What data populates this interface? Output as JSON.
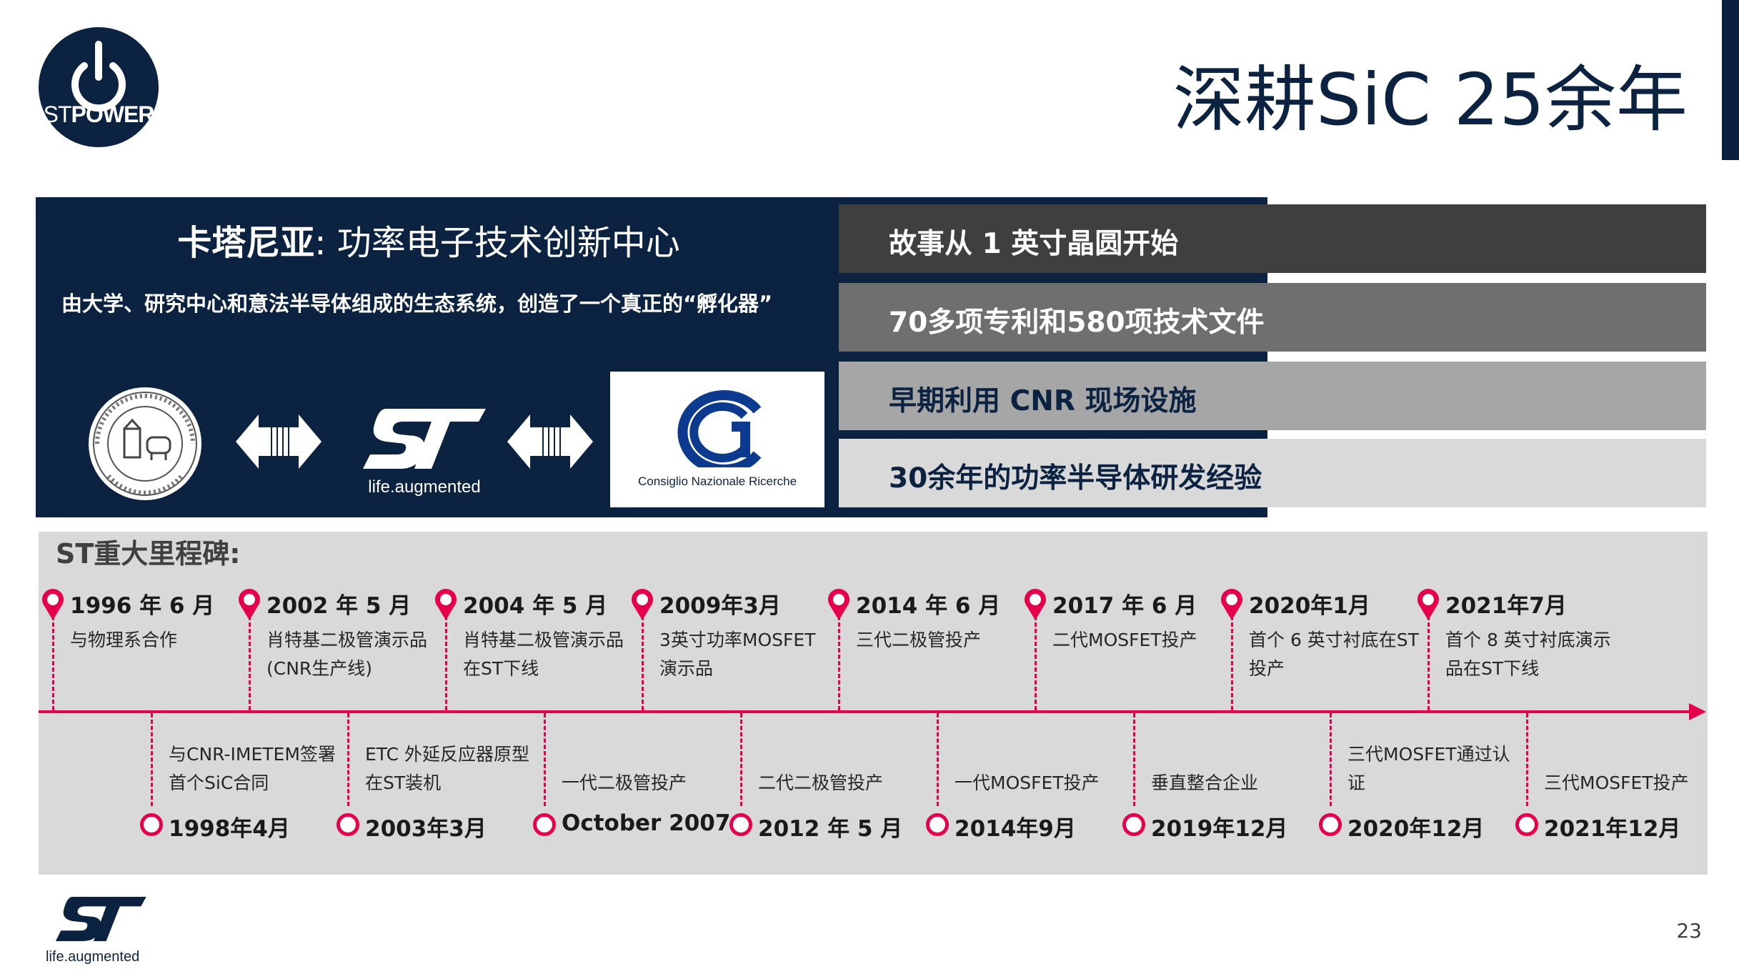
{
  "header": {
    "logo_text_thin": "ST",
    "logo_text_bold": "POWER",
    "title": "深耕SiC 25余年"
  },
  "catania": {
    "title_bold": "卡塔尼亚",
    "title_rest": ": 功率电子技术创新中心",
    "ecosystem": "由大学、研究中心和意法半导体组成的生态系统，创造了一个真正的“孵化器”",
    "st_tagline": "life.augmented",
    "cnr_caption": "Consiglio Nazionale Ricerche"
  },
  "stats": [
    {
      "label": "故事从 1 英寸晶圆开始",
      "color": "#3f3f3f",
      "text_color": "#ffffff"
    },
    {
      "label": "70多项专利和580项技术文件",
      "color": "#6f6f6f",
      "text_color": "#ffffff"
    },
    {
      "label": "早期利用 CNR 现场设施",
      "color": "#a6a6a6",
      "text_color": "#0b2341"
    },
    {
      "label": "30余年的功率半导体研发经验",
      "color": "#d9d9d9",
      "text_color": "#0b2341"
    }
  ],
  "timeline": {
    "title": "ST重大里程碑:",
    "accent": "#e6004c",
    "top": [
      {
        "date": "1996 年 6 月",
        "desc": "与物理系合作"
      },
      {
        "date": "2002 年 5 月",
        "desc": "肖特基二极管演示品(CNR生产线)"
      },
      {
        "date": "2004 年 5 月",
        "desc": "肖特基二极管演示品在ST下线"
      },
      {
        "date": "2009年3月",
        "desc": "3英寸功率MOSFET演示品"
      },
      {
        "date": "2014 年 6 月",
        "desc": "三代二极管投产"
      },
      {
        "date": "2017 年 6 月",
        "desc": "二代MOSFET投产"
      },
      {
        "date": "2020年1月",
        "desc": "首个 6 英寸衬底在ST投产"
      },
      {
        "date": "2021年7月",
        "desc": "首个 8 英寸衬底演示品在ST下线"
      }
    ],
    "bottom": [
      {
        "date": "1998年4月",
        "desc": "与CNR-IMETEM签署首个SiC合同"
      },
      {
        "date": "2003年3月",
        "desc": "ETC 外延反应器原型在ST装机"
      },
      {
        "date": "October 2007",
        "desc": "一代二极管投产"
      },
      {
        "date": "2012 年 5 月",
        "desc": "二代二极管投产"
      },
      {
        "date": "2014年9月",
        "desc": "一代MOSFET投产"
      },
      {
        "date": "2019年12月",
        "desc": "垂直整合企业"
      },
      {
        "date": "2020年12月",
        "desc": "三代MOSFET通过认证"
      },
      {
        "date": "2021年12月",
        "desc": "三代MOSFET投产"
      }
    ]
  },
  "footer": {
    "tagline": "life.augmented",
    "page_number": "23"
  }
}
